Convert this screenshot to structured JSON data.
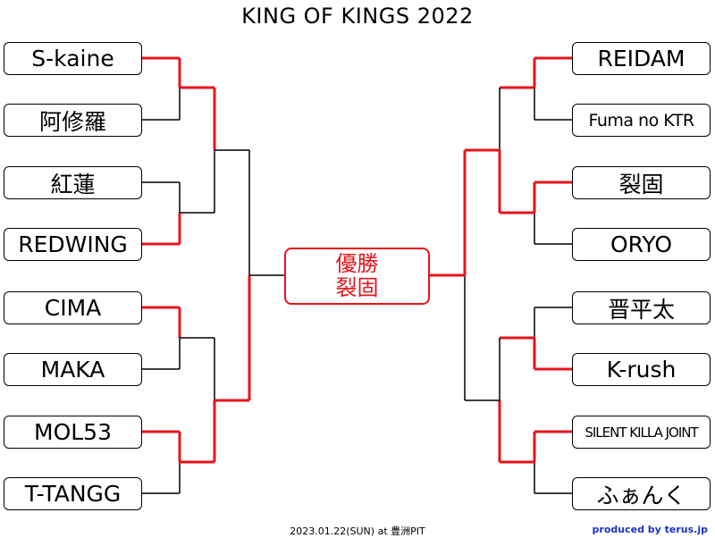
{
  "title": "KING OF KINGS 2022",
  "left_players": [
    "S-kaine",
    "阿修羅",
    "紅蓮",
    "REDWING",
    "CIMA",
    "MAKA",
    "MOL53",
    "T-TANGG"
  ],
  "right_players": [
    "REIDAM",
    "Fuma no KTR",
    "裂固",
    "ORYO",
    "晋平太",
    "K-rush",
    "SILENT KILLA JOINT",
    "ふぁんく"
  ],
  "champion": {
    "label": "優勝",
    "name": "裂固"
  },
  "footer": {
    "date": "2023.01.22(SUN) at 豊洲PIT",
    "credit": "produced by terus.jp"
  },
  "colors": {
    "winner_line": "#e8141b",
    "line": "#000000"
  }
}
